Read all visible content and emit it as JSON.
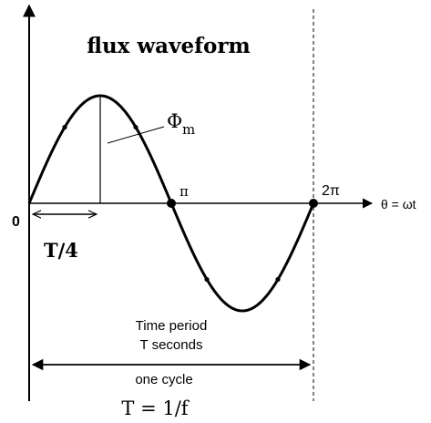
{
  "title": "flux waveform",
  "labels": {
    "origin": "0",
    "pi": "π",
    "two_pi": "2π",
    "axis": "θ = ωt",
    "quarter_period": "T/4",
    "peak_symbol": "Φ",
    "peak_subscript": "m",
    "time_period_line1": "Time period",
    "time_period_line2": "T seconds",
    "one_cycle": "one cycle",
    "formula": "T = 1/f"
  },
  "colors": {
    "ink": "#000000",
    "background": "#ffffff"
  }
}
